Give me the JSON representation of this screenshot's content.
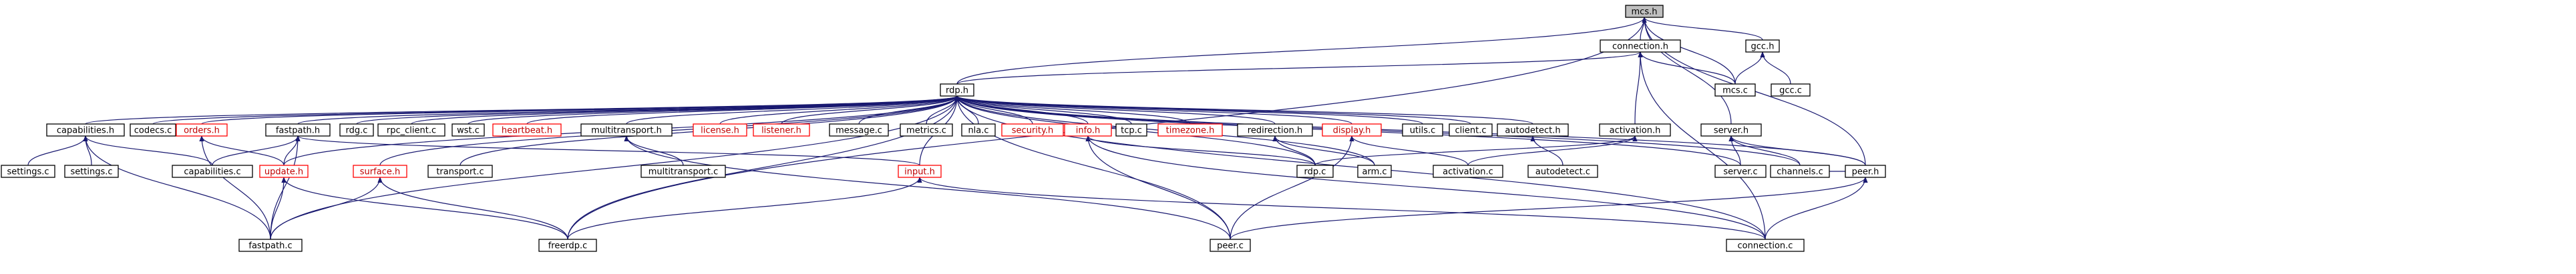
{
  "graph": {
    "title": "",
    "edge_color": "#191970",
    "missing_border_color": "#ff0000",
    "focus_fill": "#bfbfbf",
    "nodes": [
      {
        "id": "mcs_h",
        "label": "mcs.h",
        "focus": true
      },
      {
        "id": "connection_h",
        "label": "connection.h"
      },
      {
        "id": "gcc_h",
        "label": "gcc.h"
      },
      {
        "id": "rdp_h",
        "label": "rdp.h"
      },
      {
        "id": "mcs_c",
        "label": "mcs.c"
      },
      {
        "id": "gcc_c",
        "label": "gcc.c"
      },
      {
        "id": "capabilities_h",
        "label": "capabilities.h"
      },
      {
        "id": "codecs_c",
        "label": "codecs.c"
      },
      {
        "id": "orders_h",
        "label": "orders.h",
        "missing": true
      },
      {
        "id": "fastpath_h",
        "label": "fastpath.h"
      },
      {
        "id": "rdg_c",
        "label": "rdg.c"
      },
      {
        "id": "rpc_client_c",
        "label": "rpc_client.c"
      },
      {
        "id": "wst_c",
        "label": "wst.c"
      },
      {
        "id": "heartbeat_h",
        "label": "heartbeat.h",
        "missing": true
      },
      {
        "id": "multitransport_h",
        "label": "multitransport.h"
      },
      {
        "id": "license_h",
        "label": "license.h",
        "missing": true
      },
      {
        "id": "listener_h",
        "label": "listener.h",
        "missing": true
      },
      {
        "id": "message_c",
        "label": "message.c"
      },
      {
        "id": "metrics_c",
        "label": "metrics.c"
      },
      {
        "id": "nla_c",
        "label": "nla.c"
      },
      {
        "id": "security_h",
        "label": "security.h",
        "missing": true
      },
      {
        "id": "info_h",
        "label": "info.h",
        "missing": true
      },
      {
        "id": "tcp_c",
        "label": "tcp.c"
      },
      {
        "id": "timezone_h",
        "label": "timezone.h",
        "missing": true
      },
      {
        "id": "redirection_h",
        "label": "redirection.h"
      },
      {
        "id": "display_h",
        "label": "display.h",
        "missing": true
      },
      {
        "id": "utils_c",
        "label": "utils.c"
      },
      {
        "id": "client_c",
        "label": "client.c"
      },
      {
        "id": "autodetect_h",
        "label": "autodetect.h"
      },
      {
        "id": "activation_h",
        "label": "activation.h"
      },
      {
        "id": "server_h",
        "label": "server.h"
      },
      {
        "id": "settings_c_1",
        "label": "settings.c"
      },
      {
        "id": "settings_c_2",
        "label": "settings.c"
      },
      {
        "id": "capabilities_c",
        "label": "capabilities.c"
      },
      {
        "id": "update_h",
        "label": "update.h",
        "missing": true
      },
      {
        "id": "surface_h",
        "label": "surface.h",
        "missing": true
      },
      {
        "id": "transport_c",
        "label": "transport.c"
      },
      {
        "id": "multitransport_c",
        "label": "multitransport.c"
      },
      {
        "id": "input_h",
        "label": "input.h",
        "missing": true
      },
      {
        "id": "rdp_c",
        "label": "rdp.c"
      },
      {
        "id": "arm_c",
        "label": "arm.c"
      },
      {
        "id": "activation_c",
        "label": "activation.c"
      },
      {
        "id": "autodetect_c",
        "label": "autodetect.c"
      },
      {
        "id": "server_c",
        "label": "server.c"
      },
      {
        "id": "channels_c",
        "label": "channels.c"
      },
      {
        "id": "peer_h",
        "label": "peer.h"
      },
      {
        "id": "fastpath_c",
        "label": "fastpath.c"
      },
      {
        "id": "freerdp_c",
        "label": "freerdp.c"
      },
      {
        "id": "peer_c",
        "label": "peer.c"
      },
      {
        "id": "connection_c",
        "label": "connection.c"
      }
    ],
    "edges": [
      [
        "connection_h",
        "mcs_h"
      ],
      [
        "gcc_h",
        "mcs_h"
      ],
      [
        "rdp_h",
        "mcs_h"
      ],
      [
        "mcs_c",
        "mcs_h"
      ],
      [
        "server_h",
        "mcs_h"
      ],
      [
        "peer_h",
        "mcs_h"
      ],
      [
        "freerdp_c",
        "mcs_h"
      ],
      [
        "rdp_h",
        "connection_h"
      ],
      [
        "mcs_c",
        "connection_h"
      ],
      [
        "activation_h",
        "connection_h"
      ],
      [
        "connection_c",
        "connection_h"
      ],
      [
        "mcs_c",
        "gcc_h"
      ],
      [
        "gcc_c",
        "gcc_h"
      ],
      [
        "capabilities_h",
        "rdp_h"
      ],
      [
        "codecs_c",
        "rdp_h"
      ],
      [
        "orders_h",
        "rdp_h"
      ],
      [
        "fastpath_h",
        "rdp_h"
      ],
      [
        "update_h",
        "rdp_h"
      ],
      [
        "surface_h",
        "rdp_h"
      ],
      [
        "fastpath_c",
        "rdp_h"
      ],
      [
        "rdg_c",
        "rdp_h"
      ],
      [
        "rpc_client_c",
        "rdp_h"
      ],
      [
        "wst_c",
        "rdp_h"
      ],
      [
        "transport_c",
        "rdp_h"
      ],
      [
        "heartbeat_h",
        "rdp_h"
      ],
      [
        "multitransport_h",
        "rdp_h"
      ],
      [
        "license_h",
        "rdp_h"
      ],
      [
        "listener_h",
        "rdp_h"
      ],
      [
        "message_c",
        "rdp_h"
      ],
      [
        "metrics_c",
        "rdp_h"
      ],
      [
        "input_h",
        "rdp_h"
      ],
      [
        "freerdp_c",
        "rdp_h"
      ],
      [
        "nla_c",
        "rdp_h"
      ],
      [
        "security_h",
        "rdp_h"
      ],
      [
        "info_h",
        "rdp_h"
      ],
      [
        "tcp_c",
        "rdp_h"
      ],
      [
        "timezone_h",
        "rdp_h"
      ],
      [
        "redirection_h",
        "rdp_h"
      ],
      [
        "display_h",
        "rdp_h"
      ],
      [
        "utils_c",
        "rdp_h"
      ],
      [
        "client_c",
        "rdp_h"
      ],
      [
        "autodetect_h",
        "rdp_h"
      ],
      [
        "rdp_c",
        "rdp_h"
      ],
      [
        "arm_c",
        "rdp_h"
      ],
      [
        "peer_c",
        "rdp_h"
      ],
      [
        "server_c",
        "rdp_h"
      ],
      [
        "channels_c",
        "rdp_h"
      ],
      [
        "peer_h",
        "rdp_h"
      ],
      [
        "connection_c",
        "rdp_h"
      ],
      [
        "settings_c_1",
        "capabilities_h"
      ],
      [
        "settings_c_2",
        "capabilities_h"
      ],
      [
        "capabilities_c",
        "capabilities_h"
      ],
      [
        "fastpath_c",
        "capabilities_h"
      ],
      [
        "update_h",
        "orders_h"
      ],
      [
        "fastpath_c",
        "orders_h"
      ],
      [
        "update_h",
        "fastpath_h"
      ],
      [
        "fastpath_c",
        "fastpath_h"
      ],
      [
        "capabilities_c",
        "fastpath_h"
      ],
      [
        "input_h",
        "fastpath_h"
      ],
      [
        "fastpath_c",
        "update_h"
      ],
      [
        "freerdp_c",
        "update_h"
      ],
      [
        "fastpath_c",
        "surface_h"
      ],
      [
        "freerdp_c",
        "surface_h"
      ],
      [
        "multitransport_c",
        "multitransport_h"
      ],
      [
        "peer_c",
        "multitransport_h"
      ],
      [
        "freerdp_c",
        "input_h"
      ],
      [
        "connection_c",
        "input_h"
      ],
      [
        "rdp_c",
        "info_h"
      ],
      [
        "peer_c",
        "info_h"
      ],
      [
        "connection_c",
        "info_h"
      ],
      [
        "rdp_c",
        "redirection_h"
      ],
      [
        "arm_c",
        "redirection_h"
      ],
      [
        "activation_c",
        "display_h"
      ],
      [
        "peer_c",
        "display_h"
      ],
      [
        "autodetect_c",
        "autodetect_h"
      ],
      [
        "rdp_c",
        "activation_h"
      ],
      [
        "activation_c",
        "activation_h"
      ],
      [
        "server_c",
        "server_h"
      ],
      [
        "channels_c",
        "server_h"
      ],
      [
        "peer_h",
        "server_h"
      ],
      [
        "channels_c",
        "peer_h"
      ],
      [
        "peer_c",
        "peer_h"
      ],
      [
        "connection_c",
        "peer_h"
      ]
    ]
  }
}
